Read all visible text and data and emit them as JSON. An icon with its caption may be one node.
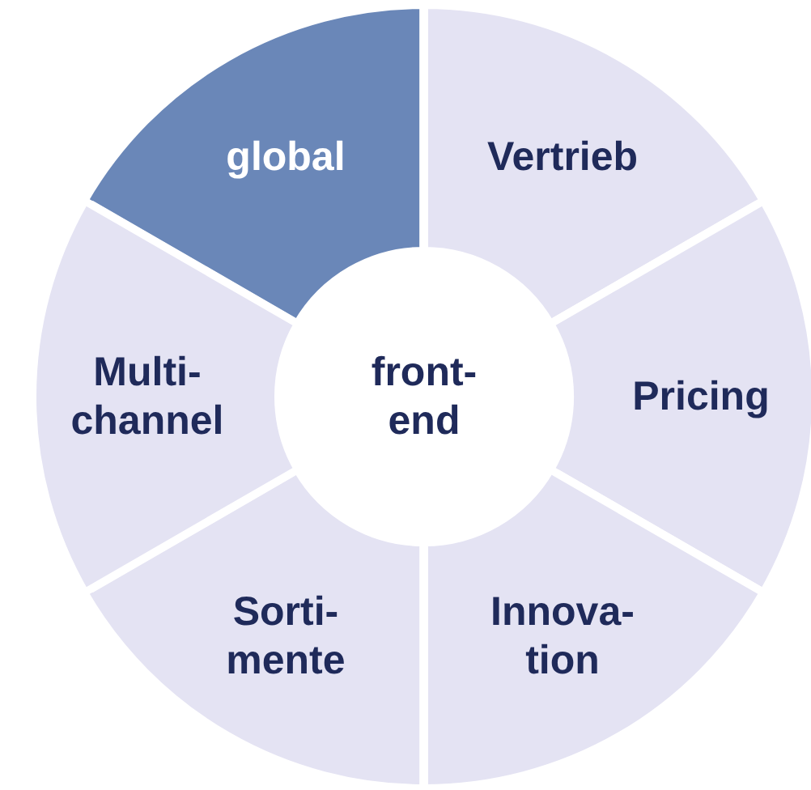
{
  "diagram": {
    "nodes": [
      {
        "text": [
          "global"
        ]
      },
      {
        "text": [
          "Vertrieb"
        ]
      },
      {
        "text": [
          "Pricing"
        ]
      },
      {
        "text": [
          "Innova- tion"
        ]
      },
      {
        "text": [
          "Sorti- mente"
        ]
      },
      {
        "text": [
          "Multi- channel"
        ]
      },
      {
        "text": [
          "front- end"
        ]
      }
    ]
  }
}
